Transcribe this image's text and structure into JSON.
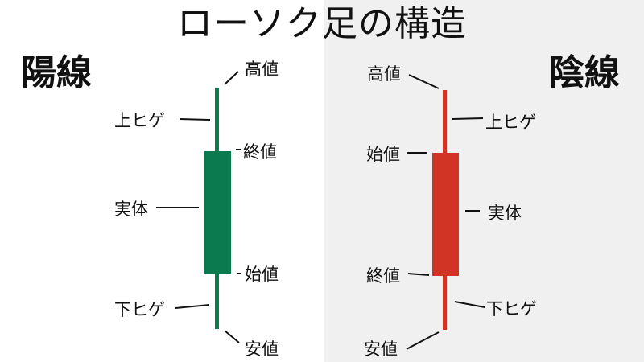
{
  "title": "ローソク足の構造",
  "colors": {
    "bullish": "#0b7a4e",
    "bearish": "#d13325",
    "right_background": "#f0f0f0"
  },
  "bullish": {
    "heading": "陽線",
    "labels": {
      "high": "高値",
      "upper_shadow": "上ヒゲ",
      "close": "終値",
      "body": "実体",
      "open": "始値",
      "lower_shadow": "下ヒゲ",
      "low": "安値"
    }
  },
  "bearish": {
    "heading": "陰線",
    "labels": {
      "high": "高値",
      "upper_shadow": "上ヒゲ",
      "open": "始値",
      "body": "実体",
      "close": "終値",
      "lower_shadow": "下ヒゲ",
      "low": "安値"
    }
  }
}
